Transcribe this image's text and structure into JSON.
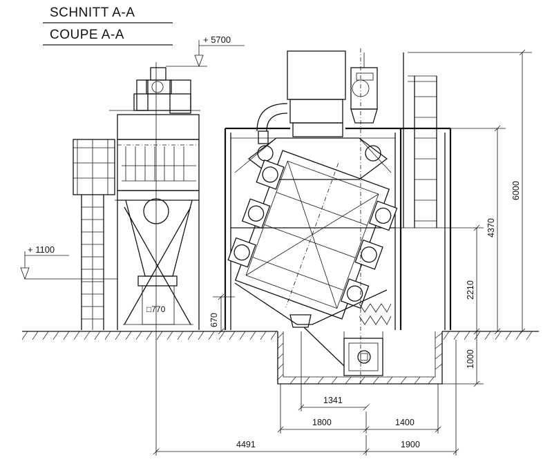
{
  "title": {
    "de": "SCHNITT A-A",
    "fr": "COUPE A-A"
  },
  "elevations": {
    "top": "+ 5700",
    "platform": "+ 1100"
  },
  "dimensions": {
    "overall_height": "6000",
    "machine_height": "4370",
    "mid_height": "2210",
    "pit_depth": "1000",
    "base_height": "670",
    "pit_width": "1341",
    "left_span": "1800",
    "right_span": "1400",
    "overall_left": "4491",
    "overall_right": "1900",
    "duct_size": "□770"
  }
}
